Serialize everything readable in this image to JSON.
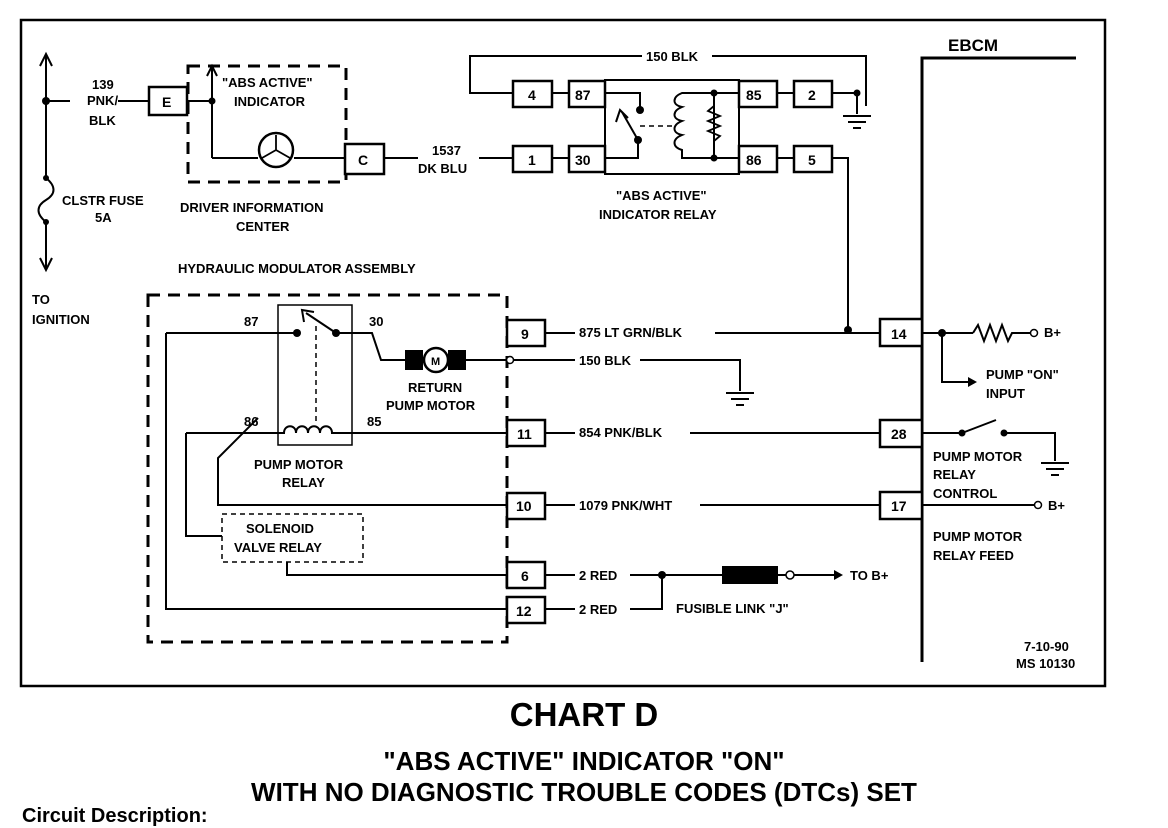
{
  "diagram": {
    "ebcm": "EBCM",
    "ign": {
      "l1": "TO",
      "l2": "IGNITION"
    },
    "fuse": {
      "l1": "CLSTR FUSE",
      "l2": "5A"
    },
    "w139": {
      "l1": "139",
      "l2": "PNK/",
      "l3": "BLK"
    },
    "w1537": {
      "l1": "1537",
      "l2": "DK BLU"
    },
    "dic": {
      "ind1": "\"ABS ACTIVE\"",
      "ind2": "INDICATOR",
      "cap1": "DRIVER INFORMATION",
      "cap2": "CENTER",
      "pinE": "E",
      "pinC": "C"
    },
    "w150_top": "150 BLK",
    "relay": {
      "cap1": "\"ABS ACTIVE\"",
      "cap2": "INDICATOR RELAY",
      "p87": "87",
      "p30": "30",
      "p85": "85",
      "p86": "86"
    },
    "conn_top": {
      "c4": "4",
      "c1": "1",
      "c2": "2",
      "c5": "5"
    },
    "hma": {
      "title": "HYDRAULIC MODULATOR ASSEMBLY",
      "r87": "87",
      "r30": "30",
      "r86": "86",
      "r85": "85",
      "pmr1": "PUMP MOTOR",
      "pmr2": "RELAY",
      "m": "M",
      "rpm1": "RETURN",
      "rpm2": "PUMP MOTOR",
      "sv1": "SOLENOID",
      "sv2": "VALVE RELAY",
      "c9": "9",
      "c11": "11",
      "c10": "10",
      "c6": "6",
      "c12": "12"
    },
    "wires": {
      "w875": "875 LT GRN/BLK",
      "w150": "150 BLK",
      "w854": "854 PNK/BLK",
      "w1079": "1079 PNK/WHT",
      "w2a": "2 RED",
      "w2b": "2 RED",
      "fusible": "FUSIBLE LINK \"J\"",
      "tob": "TO B+"
    },
    "ebcm_pins": {
      "p14": "14",
      "p28": "28",
      "p17": "17",
      "bplus1": "B+",
      "bplus2": "B+",
      "pon1": "PUMP \"ON\"",
      "pon2": "INPUT",
      "pmc1": "PUMP MOTOR",
      "pmc2": "RELAY",
      "pmc3": "CONTROL",
      "pmf1": "PUMP MOTOR",
      "pmf2": "RELAY FEED"
    },
    "ref": {
      "date": "7-10-90",
      "code": "MS 10130"
    }
  },
  "chart_title": "CHART D",
  "subtitle1": "\"ABS ACTIVE\" INDICATOR \"ON\"",
  "subtitle2": "WITH NO DIAGNOSTIC TROUBLE CODES (DTCs) SET",
  "description_heading": "Circuit Description:"
}
